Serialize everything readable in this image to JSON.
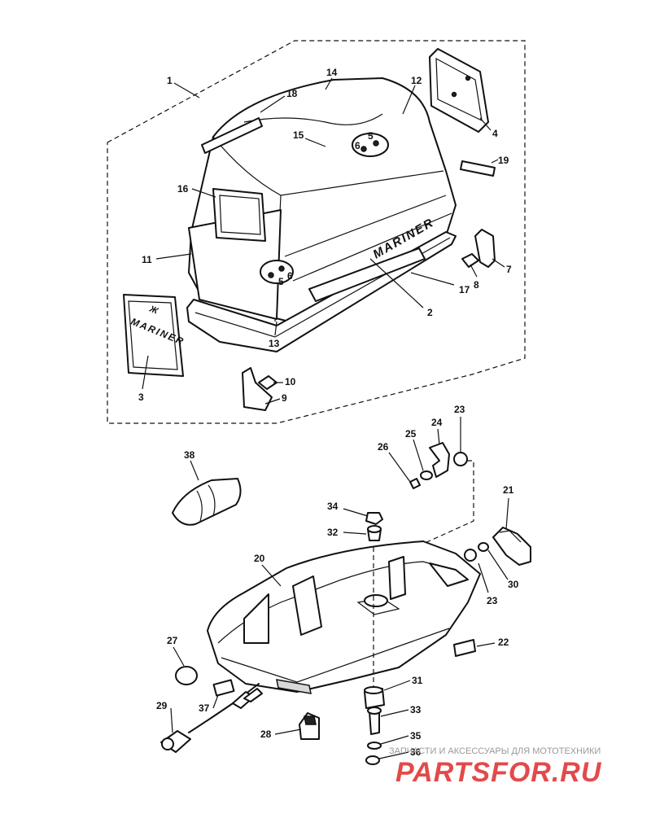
{
  "diagram": {
    "callouts": [
      "1",
      "2",
      "3",
      "4",
      "5",
      "6",
      "7",
      "8",
      "9",
      "10",
      "11",
      "12",
      "13",
      "14",
      "15",
      "16",
      "17",
      "18",
      "19",
      "20",
      "21",
      "22",
      "23",
      "24",
      "25",
      "26",
      "27",
      "28",
      "29",
      "30",
      "31",
      "32",
      "33",
      "34",
      "35",
      "36",
      "37",
      "38"
    ],
    "brand_label": "MARINER",
    "decal_label": "MARINER",
    "decal_prefix": "Ж"
  },
  "watermark": {
    "tagline": "ЗАПЧАСТИ И АКСЕССУАРЫ ДЛЯ МОТОТЕХНИКИ",
    "site": "PARTSFOR.RU"
  }
}
